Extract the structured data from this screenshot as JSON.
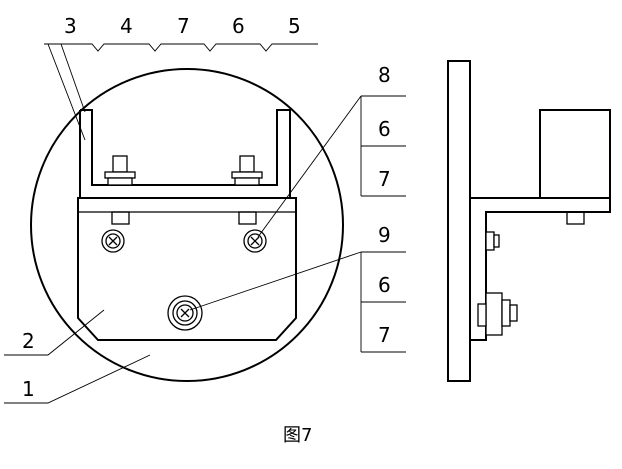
{
  "labels": {
    "top": [
      "3",
      "4",
      "7",
      "6",
      "5"
    ],
    "right_upper": [
      "8",
      "6",
      "7"
    ],
    "right_lower": [
      "9",
      "6",
      "7"
    ],
    "left": [
      "2",
      "1"
    ]
  },
  "caption": "图7"
}
